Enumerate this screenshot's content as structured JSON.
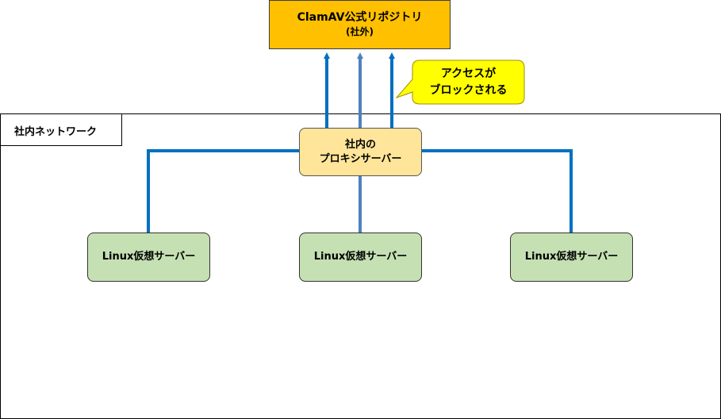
{
  "repository": {
    "title": "ClamAV公式リポジトリ",
    "subtitle": "(社外)",
    "color": "#ffc000"
  },
  "network": {
    "label": "社内ネットワーク"
  },
  "proxy": {
    "line1": "社内の",
    "line2": "プロキシサーバー",
    "color": "#ffe599"
  },
  "servers": [
    {
      "label": "Linux仮想サーバー"
    },
    {
      "label": "Linux仮想サーバー"
    },
    {
      "label": "Linux仮想サーバー"
    }
  ],
  "server_color": "#c5e0b3",
  "callout": {
    "line1": "アクセスが",
    "line2": "ブロックされる",
    "color": "#ffff00"
  },
  "connector_colors": {
    "primary": "#0070c0",
    "secondary": "#4f81bd"
  }
}
